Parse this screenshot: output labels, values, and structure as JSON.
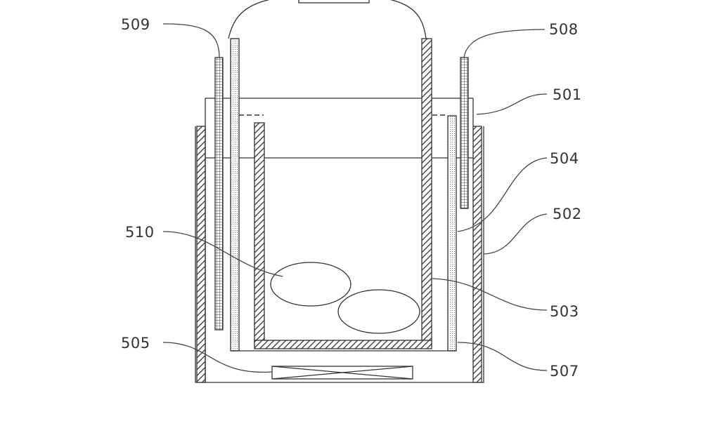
{
  "labels": {
    "l509": "509",
    "l508": "508",
    "l501": "501",
    "l504": "504",
    "l502": "502",
    "l510": "510",
    "l503": "503",
    "l505": "505",
    "l507": "507"
  },
  "colors": {
    "line": "#333333",
    "background": "#ffffff"
  }
}
